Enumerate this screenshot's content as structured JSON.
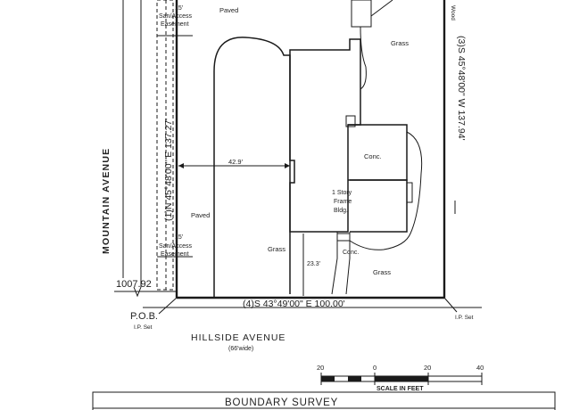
{
  "roads": {
    "mountain_avenue": "MOUNTAIN AVENUE",
    "hillside_avenue": "HILLSIDE AVENUE",
    "hillside_width": "(66'wide)"
  },
  "easements": {
    "top_width": "15'",
    "top_label_1": "San/Access",
    "top_label_2": "Easement",
    "bottom_width": "15'",
    "bottom_label_1": "San/Access",
    "bottom_label_2": "Easement"
  },
  "bearings": {
    "line1": "(1)N 45°48'00\" E 137.27'",
    "line3": "(3)S 45°48'00\" W 137.94'",
    "line4": "(4)S 43°49'00\" E 100.00'"
  },
  "dimensions": {
    "setback_42": "42.9'",
    "setback_23": "23.3'",
    "distance_1007": "1007.92"
  },
  "labels": {
    "paved_top": "Paved",
    "paved_mid": "Paved",
    "grass_top_right": "Grass",
    "grass_lower_left": "Grass",
    "grass_lower_right": "Grass",
    "conc_upper": "Conc.",
    "conc_lower": "Conc.",
    "bldg_1": "1 Story",
    "bldg_2": "Frame",
    "bldg_3": "Bldg.",
    "wood": "Wood",
    "pob": "P.O.B.",
    "ip_set_left": "I.P. Set",
    "ip_set_right": "I.P. Set"
  },
  "scale_bar": {
    "ticks": [
      "20",
      "0",
      "20",
      "40"
    ],
    "caption": "SCALE IN FEET"
  },
  "title": {
    "text": "BOUNDARY SURVEY"
  }
}
